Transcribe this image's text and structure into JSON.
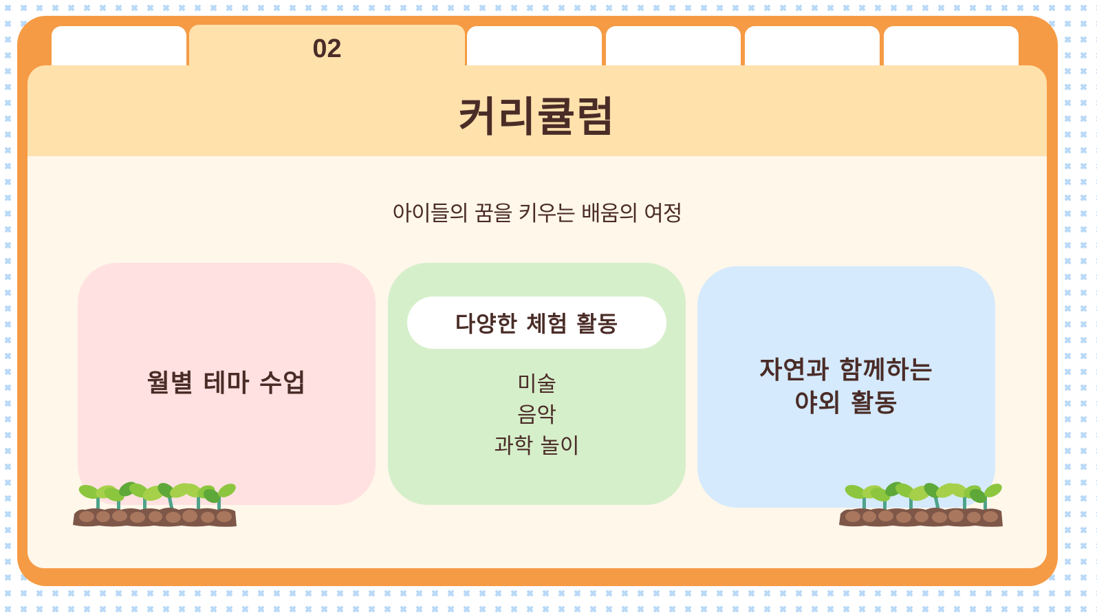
{
  "background": {
    "pattern": "light-blue-x-pattern",
    "pattern_color": "#B9D9F7"
  },
  "colors": {
    "frame": "#F59B45",
    "header": "#FFE1AC",
    "body": "#FFF7EA",
    "text": "#4A2C27",
    "card_pink": "#FFE1E1",
    "card_green": "#D6EFCB",
    "card_blue": "#D5EAFC"
  },
  "tabs": [
    {
      "label": "",
      "active": false
    },
    {
      "label": "02",
      "active": true
    },
    {
      "label": "",
      "active": false
    },
    {
      "label": "",
      "active": false
    },
    {
      "label": "",
      "active": false
    },
    {
      "label": "",
      "active": false
    }
  ],
  "header": {
    "title": "커리큘럼"
  },
  "main": {
    "subtitle": "아이들의 꿈을 키우는 배움의 여정",
    "cards": [
      {
        "title": "월별 테마 수업",
        "color": "#FFE1E1"
      },
      {
        "pill": "다양한 체험 활동",
        "items": [
          "미술",
          "음악",
          "과학 놀이"
        ],
        "color": "#D6EFCB"
      },
      {
        "title": "자연과 함께하는\n야외 활동",
        "color": "#D5EAFC"
      }
    ]
  },
  "decorations": {
    "left": "sprouts-in-soil-icon",
    "right": "sprouts-in-soil-icon"
  }
}
